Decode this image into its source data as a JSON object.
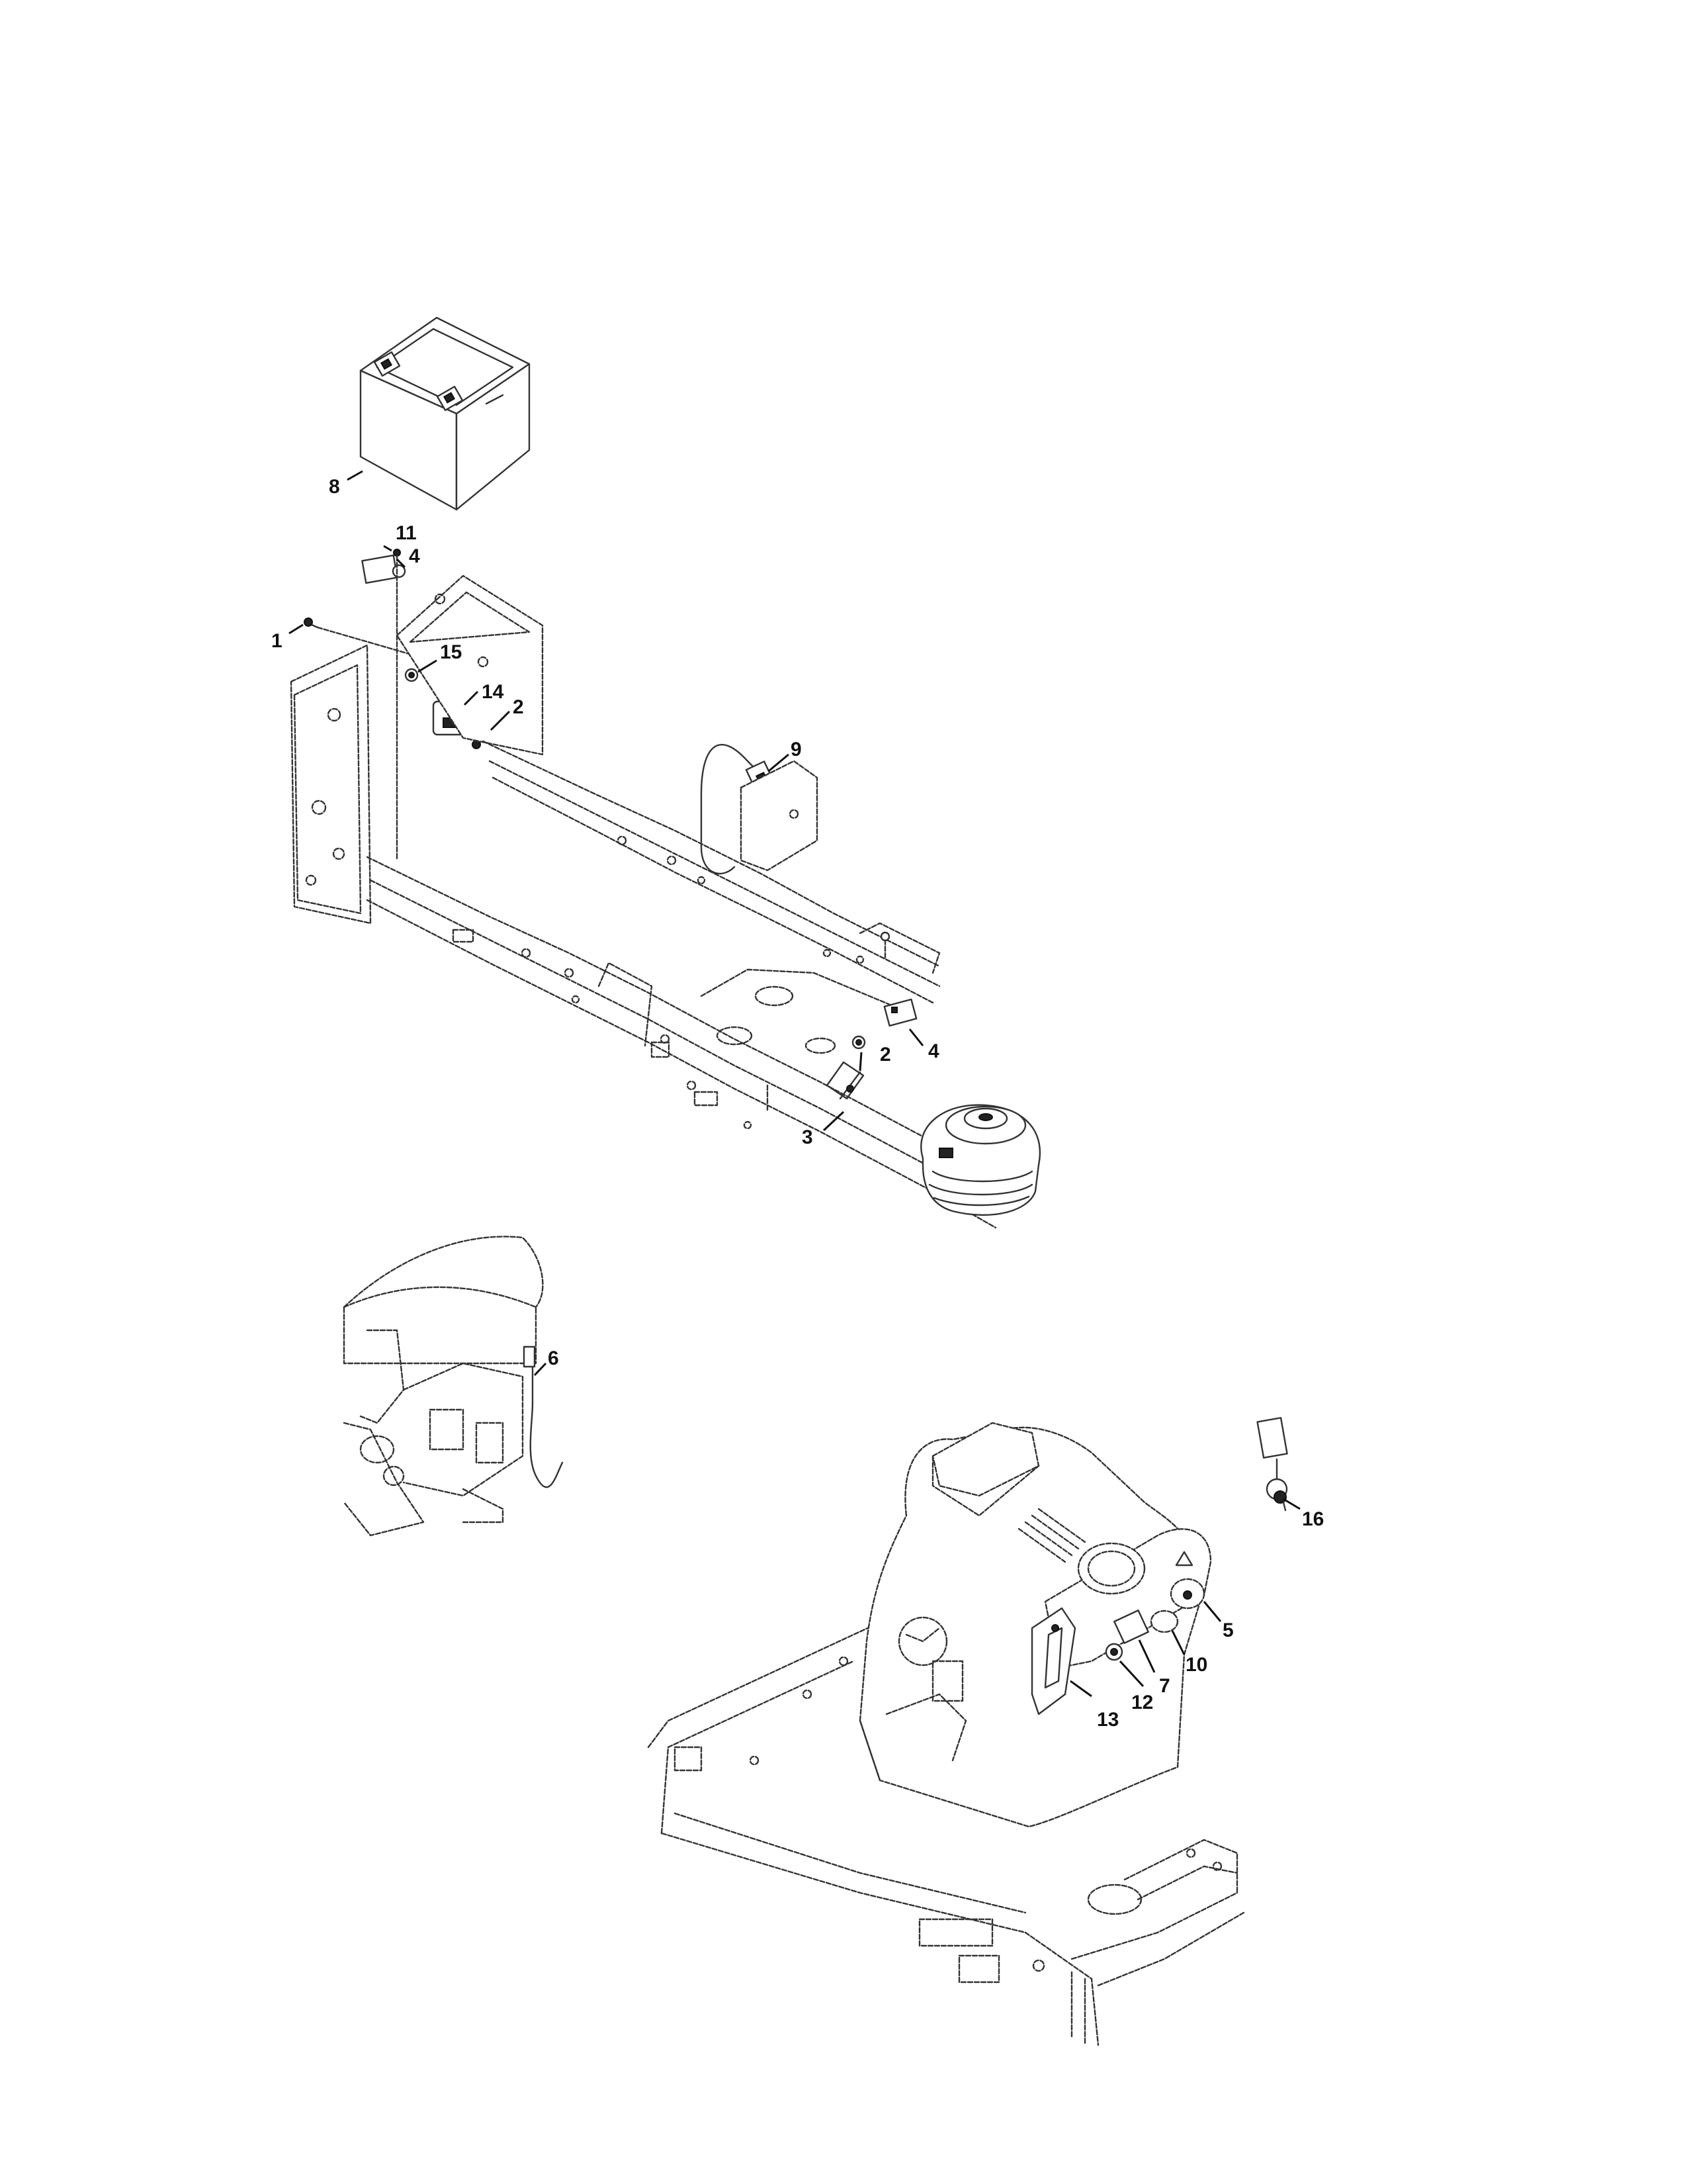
{
  "diagram": {
    "callouts": [
      {
        "id": "c8",
        "label": "8"
      },
      {
        "id": "c11",
        "label": "11"
      },
      {
        "id": "c4a",
        "label": "4"
      },
      {
        "id": "c1",
        "label": "1"
      },
      {
        "id": "c15",
        "label": "15"
      },
      {
        "id": "c14",
        "label": "14"
      },
      {
        "id": "c2a",
        "label": "2"
      },
      {
        "id": "c9",
        "label": "9"
      },
      {
        "id": "c4b",
        "label": "4"
      },
      {
        "id": "c2b",
        "label": "2"
      },
      {
        "id": "c3",
        "label": "3"
      },
      {
        "id": "c6",
        "label": "6"
      },
      {
        "id": "c16",
        "label": "16"
      },
      {
        "id": "c5",
        "label": "5"
      },
      {
        "id": "c10",
        "label": "10"
      },
      {
        "id": "c7",
        "label": "7"
      },
      {
        "id": "c12",
        "label": "12"
      },
      {
        "id": "c13",
        "label": "13"
      }
    ]
  }
}
